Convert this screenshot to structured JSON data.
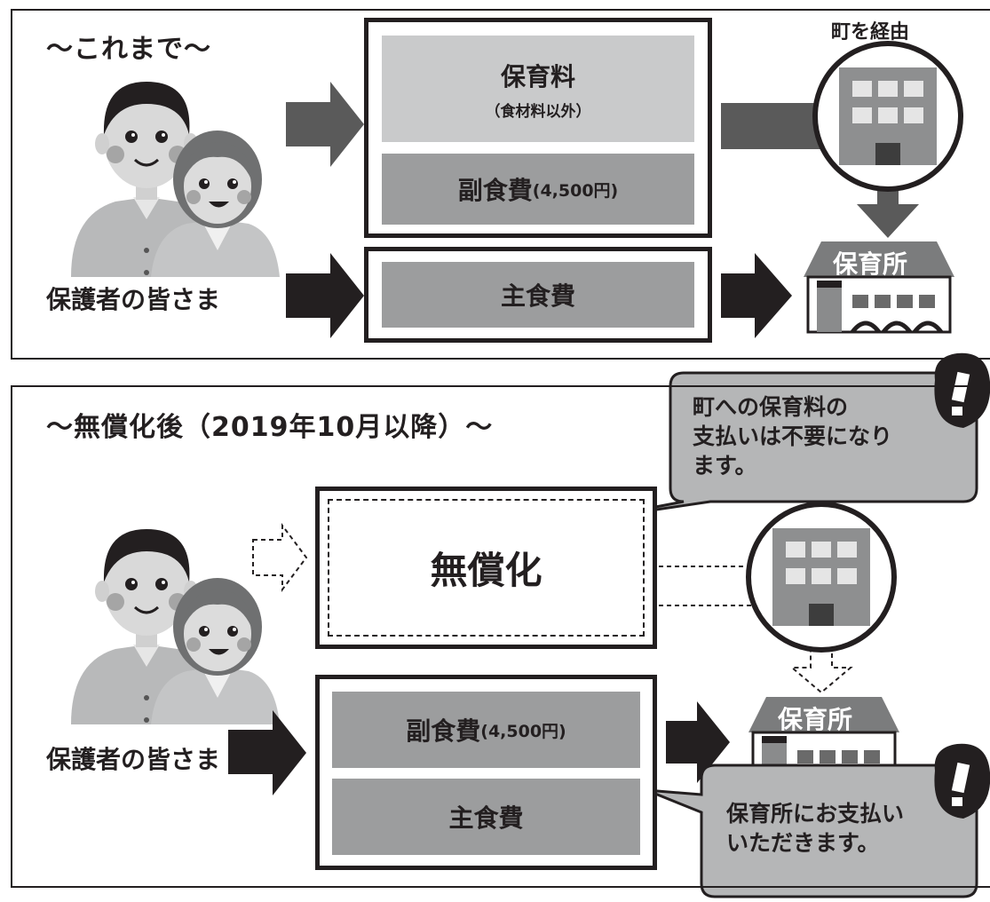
{
  "panel1": {
    "title": "～これまで～",
    "parents_label": "保護者の皆さま",
    "via_town": "町を経由",
    "hoikuryo": "保育料",
    "hoikuryo_note": "（食材料以外）",
    "fukushokuhi": "副食費",
    "fukushokuhi_amount": "(4,500円)",
    "shushokuhi": "主食費",
    "nursery_sign": "保育所"
  },
  "panel2": {
    "title": "～無償化後（2019年10月以降）～",
    "parents_label": "保護者の皆さま",
    "free_label": "無償化",
    "fukushokuhi": "副食費",
    "fukushokuhi_amount": "(4,500円)",
    "shushokuhi": "主食費",
    "nursery_sign": "保育所",
    "callout_top": "町への保育料の\n支払いは不要になり\nます。",
    "callout_bottom": "保育所にお支払い\nいただきます。"
  },
  "colors": {
    "ink": "#231f20",
    "light_gray": "#c9cacb",
    "mid_gray": "#9c9d9e",
    "arrow_gray": "#5a5a5a"
  }
}
